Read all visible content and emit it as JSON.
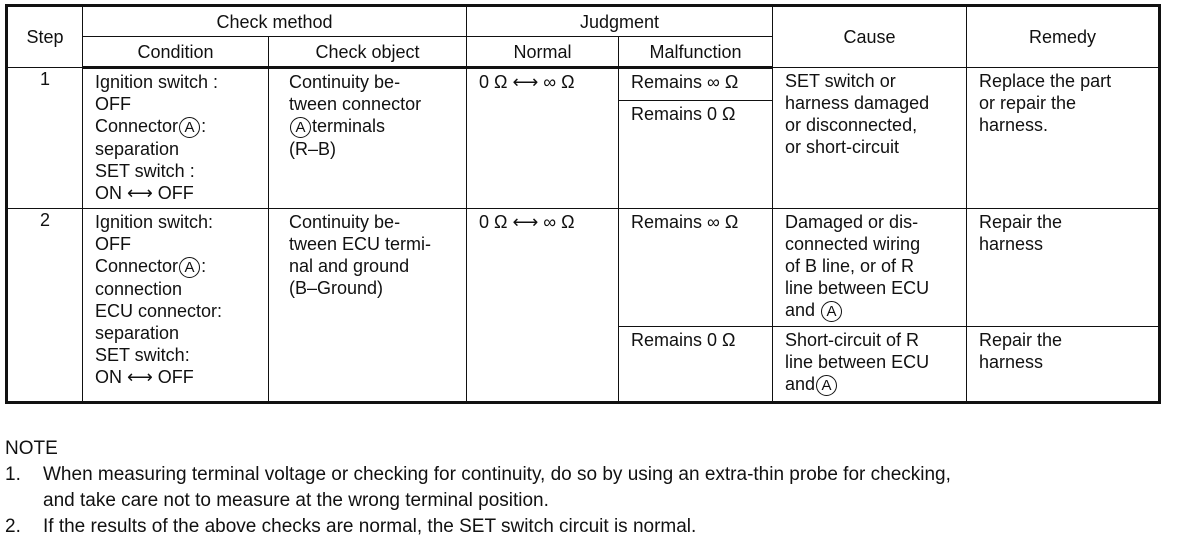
{
  "table": {
    "headers": {
      "step": "Step",
      "check_method": "Check method",
      "condition": "Condition",
      "check_object": "Check object",
      "judgment": "Judgment",
      "normal": "Normal",
      "malfunction": "Malfunction",
      "cause": "Cause",
      "remedy": "Remedy"
    },
    "rows": [
      {
        "step": "1",
        "condition": [
          "Ignition switch :",
          "OFF",
          "Connector",
          ":",
          "separation",
          "SET switch :",
          "ON ⟷ OFF"
        ],
        "check_object": [
          "Continuity be-",
          "tween  connector",
          "terminals",
          "(R–B)"
        ],
        "normal": "0 Ω ⟷ ∞ Ω",
        "malfunction_a": "Remains ∞ Ω",
        "malfunction_b": "Remains 0 Ω",
        "cause": [
          "SET switch or",
          "harness damaged",
          "or disconnected,",
          "or short-circuit"
        ],
        "remedy": [
          "Replace the part",
          "or repair the",
          "harness."
        ]
      },
      {
        "step": "2",
        "condition": [
          "Ignition switch:",
          "OFF",
          "Connector",
          ":",
          "connection",
          "ECU connector:",
          "separation",
          "SET switch:",
          "ON ⟷ OFF"
        ],
        "check_object": [
          "Continuity be-",
          "tween ECU termi-",
          "nal and ground",
          "(B–Ground)"
        ],
        "normal": "0 Ω ⟷ ∞ Ω",
        "malfunction_a": "Remains ∞ Ω",
        "cause_a": [
          "Damaged or dis-",
          "connected wiring",
          "of B line, or of R",
          "line between ECU",
          "and"
        ],
        "remedy_a": [
          "Repair the",
          "harness"
        ],
        "malfunction_b": "Remains 0 Ω",
        "cause_b": [
          "Short-circuit of R",
          "line between ECU",
          "and"
        ],
        "remedy_b": [
          "Repair the",
          "harness"
        ]
      }
    ],
    "connector_letter": "A"
  },
  "note": {
    "title": "NOTE",
    "items": [
      {
        "num": "1.",
        "lines": [
          "When measuring terminal voltage or checking for continuity, do so by using an extra-thin probe for checking,",
          "and take care not to measure at the wrong terminal position."
        ]
      },
      {
        "num": "2.",
        "lines": [
          "If the results of the above checks are normal, the SET switch circuit is normal."
        ]
      }
    ]
  }
}
